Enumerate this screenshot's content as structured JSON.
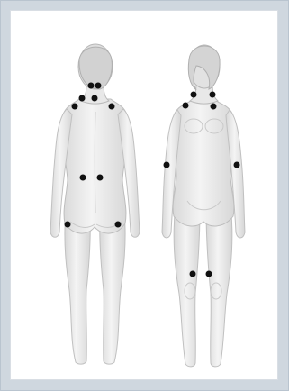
{
  "image": {
    "background_color": "#ffffff",
    "frame_color": "#cfd7df",
    "figure_fill": "#e9e9e9",
    "figure_stroke": "#b7b7b7",
    "hair_fill": "#dadada",
    "marker_color": "#111111"
  },
  "figures": [
    {
      "name": "back-view-figure",
      "points": [
        "occiput-left",
        "occiput-right",
        "upper-trapezius-left",
        "upper-trapezius-right",
        "supraspinatus-left",
        "supraspinatus-right",
        "gluteal-left",
        "gluteal-right",
        "greater-trochanter-left",
        "greater-trochanter-right"
      ]
    },
    {
      "name": "front-view-figure",
      "points": [
        "low-cervical-left",
        "low-cervical-right",
        "second-rib-left",
        "second-rib-right",
        "lateral-epicondyle-left",
        "lateral-epicondyle-right",
        "knee-left",
        "knee-right"
      ]
    }
  ]
}
